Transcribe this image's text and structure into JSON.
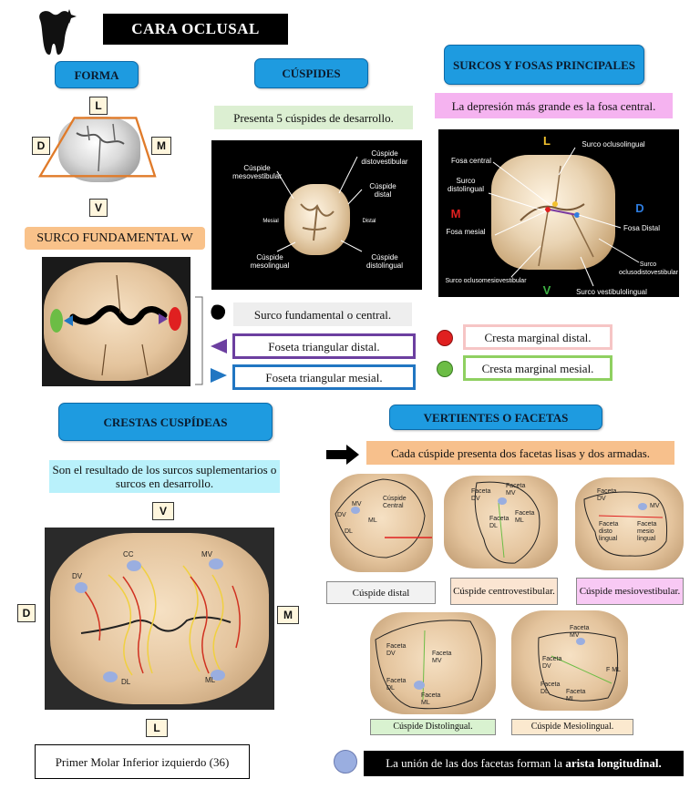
{
  "header": {
    "title": "CARA OCLUSAL"
  },
  "forma": {
    "heading": "FORMA",
    "labels": {
      "top": "L",
      "left": "D",
      "right": "M",
      "bottom": "V"
    }
  },
  "surco_fundamental": {
    "heading": "SURCO FUNDAMENTAL W"
  },
  "cuspides": {
    "heading": "CÚSPIDES",
    "note": "Presenta 5 cúspides de desarrollo.",
    "photo": {
      "mesovestibular": "Cúspide mesovestibular",
      "distovestibular": "Cúspide distovestibular",
      "distal": "Cúspide distal",
      "mesial": "Mesial",
      "distal_side": "Distal",
      "mesolingual": "Cúspide mesolingual",
      "distolingual": "Cúspide distolingual"
    }
  },
  "surcos_fosas": {
    "heading": "SURCOS Y FOSAS PRINCIPALES",
    "note": "La depresión más grande es la fosa central.",
    "photo": {
      "L": "L",
      "M": "M",
      "D": "D",
      "V": "V",
      "fosa_central": "Fosa central",
      "surco_oclusolingual": "Surco oclusolingual",
      "surco_distolingual": "Surco distolingual",
      "fosa_mesial": "Fosa mesial",
      "fosa_distal": "Fosa Distal",
      "surco_oclusodistovestibular": "Surco oclusodistovestibular",
      "surco_oclusomesiovestibular": "Surco oclusomesiovestibular",
      "surco_vestibulolingual": "Surco vestibulolingual"
    }
  },
  "legend": {
    "surco": "Surco fundamental o central.",
    "foseta_distal": "Foseta triangular distal.",
    "foseta_mesial": "Foseta triangular mesial.",
    "cresta_distal": "Cresta marginal distal.",
    "cresta_mesial": "Cresta marginal mesial."
  },
  "crestas": {
    "heading": "CRESTAS CUSPÍDEAS",
    "note": "Son el resultado de los surcos suplementarios o surcos en desarrollo.",
    "labels": {
      "top": "V",
      "left": "D",
      "right": "M",
      "bottom": "L"
    },
    "photo": {
      "CC": "CC",
      "MV": "MV",
      "DV": "DV",
      "DL": "DL",
      "ML": "ML"
    },
    "caption": "Primer Molar Inferior izquierdo (36)"
  },
  "vertientes": {
    "heading": "VERTIENTES O FACETAS",
    "note": "Cada cúspide presenta dos facetas lisas y dos armadas.",
    "photos": {
      "p1": {
        "MV": "MV",
        "DV": "DV",
        "DL": "DL",
        "ML": "ML",
        "central": "Cúspide Central"
      },
      "p2": {
        "a": "Faceta DV",
        "b": "Faceta MV",
        "c": "Faceta DL",
        "d": "Faceta ML"
      },
      "p3": {
        "a": "Faceta DV",
        "b": "MV",
        "c": "Faceta disto lingual",
        "d": "Faceta mesio lingual"
      },
      "p4": {
        "a": "Faceta DV",
        "b": "Faceta MV",
        "c": "Faceta DL",
        "d": "Faceta ML"
      },
      "p5": {
        "a": "Faceta MV",
        "b": "Faceta DV",
        "c": "Faceta ML",
        "d": "Faceta DL",
        "e": "F ML"
      }
    },
    "captions": {
      "distal": "Cúspide distal",
      "centrovestibular": "Cúspide centrovestibular.",
      "mesiovestibular": "Cúspide mesiovestibular.",
      "distolingual": "Cúspide Distolingual.",
      "mesiolingual": "Cúspide Mesiolingual."
    },
    "arista_prefix": "La unión de las dos facetas forman la ",
    "arista_bold": "arista longitudinal."
  },
  "colors": {
    "heading_blue": "#1e9be0",
    "forma_trapezoid": "#e07b2a",
    "surco_fundamental_bg": "#f9c28a",
    "cuspides_note_bg": "#dcefd2",
    "surcos_note_bg": "#f5b3f0",
    "foseta_distal": "#6c3fa0",
    "foseta_mesial": "#2176c2",
    "cresta_distal": "#e02020",
    "cresta_mesial": "#6cbd45",
    "crestas_note_bg": "#b9f1fb",
    "vertientes_note_bg": "#f7c08c",
    "cap_distal_bg": "#f2f2f2",
    "cap_centro_bg": "#fbe5d2",
    "cap_mesiovest_bg": "#f8c9f4",
    "cap_distolingual_bg": "#d9f2d0",
    "cap_mesiolingual_bg": "#fbe9cf",
    "arista_dot": "#9aaee0"
  },
  "icons": {
    "header": "tooth-sparkle-icon",
    "arrow": "right-arrow-icon",
    "dot": "circle-dot-icon"
  }
}
